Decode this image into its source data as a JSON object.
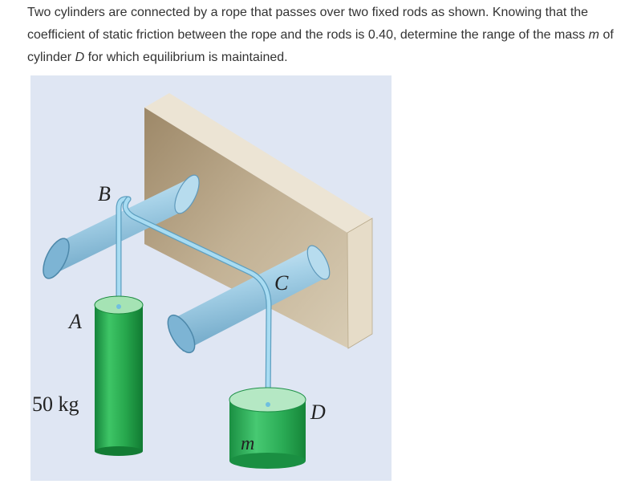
{
  "problem": {
    "part1": "Two cylinders are connected by a rope that passes over two fixed rods as shown. Knowing that the coefficient of static friction between the rope and the rods is 0.40, determine the range of the mass ",
    "var_m": "m",
    "part2": " of cylinder ",
    "var_D": "D",
    "part3": " for which equilibrium is maintained."
  },
  "figure": {
    "label_B": "B",
    "label_C": "C",
    "label_A": "A",
    "label_D": "D",
    "label_mass_A": "50 kg",
    "label_mass_D": "m"
  },
  "colors": {
    "background": "#dfe6f3",
    "rod_fill": "#a9d3e8",
    "rope": "#8fd0ee",
    "cylinder_A": "#28a84a",
    "cylinder_D": "#30b05a",
    "wall_face": "#b7a48a",
    "wall_side": "#e2d6c0"
  }
}
